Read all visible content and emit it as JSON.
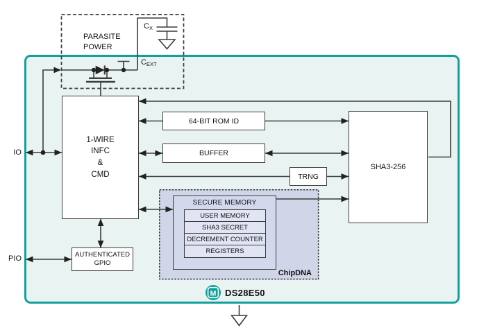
{
  "part_number": "DS28E50",
  "pins": {
    "io": "IO",
    "pio": "PIO"
  },
  "parasite_power": {
    "label": "PARASITE\nPOWER",
    "cap_internal_main": "C",
    "cap_internal_sub": "X",
    "cap_external_main": "C",
    "cap_external_sub": "EXT"
  },
  "blocks": {
    "one_wire": "1-WIRE\nINFC\n&\nCMD",
    "rom_id": "64-BIT ROM ID",
    "buffer": "BUFFER",
    "trng": "TRNG",
    "sha3": "SHA3-256",
    "gpio": "AUTHENTICATED\nGPIO",
    "secure_memory_title": "SECURE MEMORY",
    "memory_rows": [
      "USER MEMORY",
      "SHA3 SECRET",
      "DECREMENT COUNTER",
      "REGISTERS"
    ],
    "chipdna_label": "ChipDNA"
  },
  "logo": {
    "letter": "M"
  },
  "colors": {
    "chip_border_teal": "#12a19a",
    "chip_fill": "#e9f3f1",
    "chipdna_fill": "#d0d5e8",
    "memory_row_fill": "#e0e4f3",
    "wire": "#3c3c3c",
    "box_fill": "#ffffff"
  }
}
